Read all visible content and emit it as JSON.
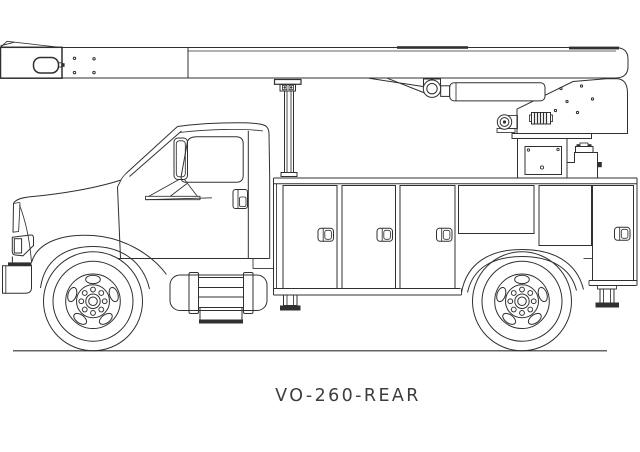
{
  "drawing": {
    "label": "VO-260-REAR",
    "background_color": "#ffffff",
    "line_color": "#303030",
    "label_color": "#3d3d3d",
    "subject": "aerial-bucket-utility-truck-side-elevation",
    "parts": [
      "stowed-boom",
      "boom-tip-plate",
      "lift-cylinder",
      "turret",
      "pedestal",
      "boom-rest-post",
      "cab",
      "windshield",
      "door-window",
      "mirror",
      "door-handle",
      "headlight",
      "front-bumper",
      "fuel-tank-step",
      "service-body",
      "compartment-door",
      "compartment-door-handle",
      "front-wheel",
      "rear-wheel",
      "rear-fender-arch",
      "front-outrigger",
      "rear-outrigger",
      "ground-line"
    ]
  }
}
